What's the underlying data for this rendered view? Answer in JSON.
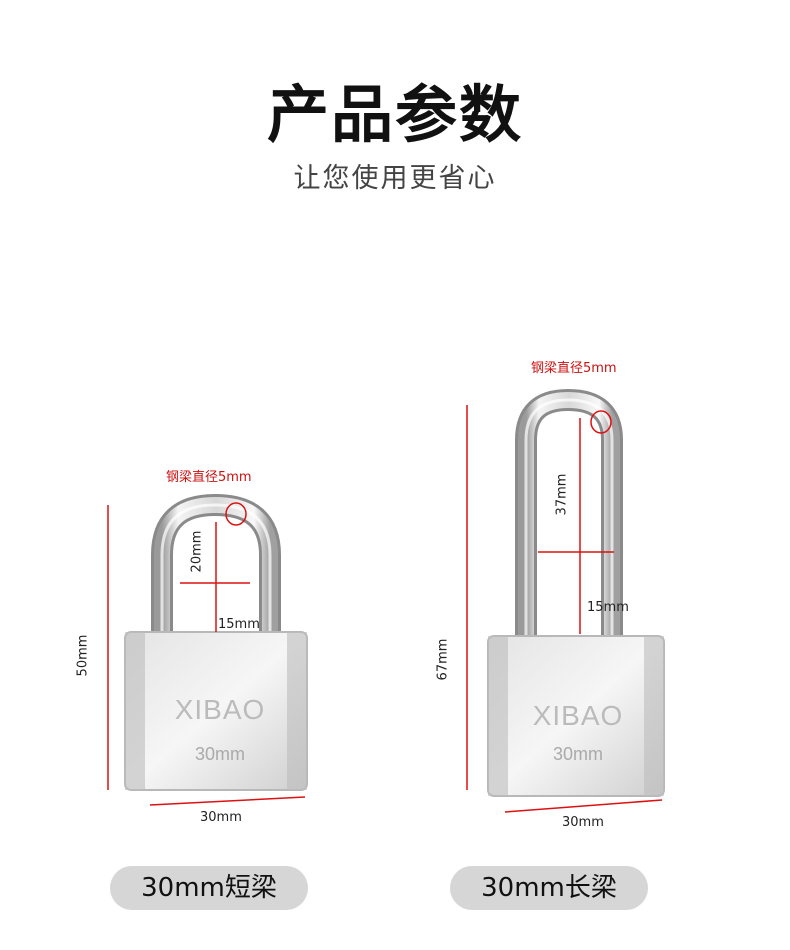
{
  "header": {
    "title": "产品参数",
    "subtitle": "让您使用更省心"
  },
  "lock_short": {
    "shackle_label": "钢梁直径5mm",
    "inner_height_label": "20mm",
    "inner_width_label": "15mm",
    "height_label": "50mm",
    "width_label": "30mm",
    "brand": "XIBAO",
    "size_engraving": "30mm",
    "caption": "30mm短梁"
  },
  "lock_long": {
    "shackle_label": "钢梁直径5mm",
    "inner_height_label": "37mm",
    "inner_width_label": "15mm",
    "height_label": "67mm",
    "width_label": "30mm",
    "brand": "XIBAO",
    "size_engraving": "30mm",
    "caption": "30mm长梁"
  },
  "colors": {
    "measure_line": "#dd1111",
    "pill_background": "#d6d6d6"
  }
}
